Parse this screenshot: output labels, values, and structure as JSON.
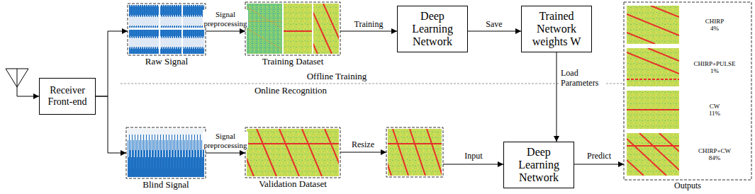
{
  "diagram": {
    "nodes": [
      {
        "text": [
          "Receiver Front-end"
        ]
      },
      {
        "text": [
          "Raw Signal"
        ]
      },
      {
        "text": [
          "Training Dataset"
        ]
      },
      {
        "text": [
          "Deep Learning Network"
        ]
      },
      {
        "text": [
          "Trained Network weights W"
        ]
      },
      {
        "text": [
          "Outputs"
        ]
      },
      {
        "text": [
          "CHIRP",
          "4%"
        ],
        "in": 5
      },
      {
        "text": [
          "CHIRP+PULSE",
          "1%"
        ],
        "in": 5
      },
      {
        "text": [
          "CW",
          "11%"
        ],
        "in": 5
      },
      {
        "text": [
          "CHIRP+CW",
          "84%"
        ],
        "in": 5
      },
      {
        "text": [
          "Blind Signal"
        ]
      },
      {
        "text": [
          "Validation Dataset"
        ]
      },
      {
        "text": [
          "Deep Learning Network"
        ]
      }
    ],
    "edges": [
      {
        "from": 0,
        "to": 1,
        "arrow": "to"
      },
      {
        "from": 0,
        "to": 10,
        "arrow": "to"
      },
      {
        "from": 1,
        "to": 2,
        "label": "Signal preprocessing",
        "arrow": "to"
      },
      {
        "from": 2,
        "to": 3,
        "label": "Training",
        "arrow": "to"
      },
      {
        "from": 3,
        "to": 4,
        "label": "Save",
        "arrow": "to"
      },
      {
        "from": 4,
        "to": 12,
        "label": "Load Parameters",
        "arrow": "to"
      },
      {
        "from": 10,
        "to": 11,
        "label": "Signal preprocessing",
        "arrow": "to"
      },
      {
        "from": 12,
        "to": 5,
        "label": "Predict",
        "arrow": "to"
      }
    ],
    "labels": [
      "Offline Training",
      "Online Recognition",
      "Resize",
      "Input"
    ]
  }
}
